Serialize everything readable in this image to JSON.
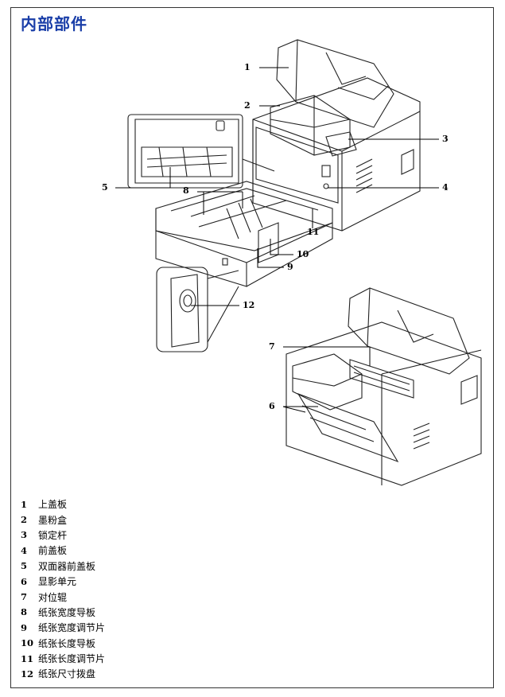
{
  "page": {
    "title": "内部部件"
  },
  "callouts": [
    "1",
    "2",
    "3",
    "4",
    "5",
    "8",
    "11",
    "10",
    "9",
    "12",
    "7",
    "6"
  ],
  "legend": [
    {
      "num": "1",
      "label": "上盖板"
    },
    {
      "num": "2",
      "label": "墨粉盒"
    },
    {
      "num": "3",
      "label": "锁定杆"
    },
    {
      "num": "4",
      "label": "前盖板"
    },
    {
      "num": "5",
      "label": "双面器前盖板"
    },
    {
      "num": "6",
      "label": "显影单元"
    },
    {
      "num": "7",
      "label": "对位辊"
    },
    {
      "num": "8",
      "label": "纸张宽度导板"
    },
    {
      "num": "9",
      "label": "纸张宽度调节片"
    },
    {
      "num": "10",
      "label": "纸张长度导板"
    },
    {
      "num": "11",
      "label": "纸张长度调节片"
    },
    {
      "num": "12",
      "label": "纸张尺寸拨盘"
    }
  ]
}
